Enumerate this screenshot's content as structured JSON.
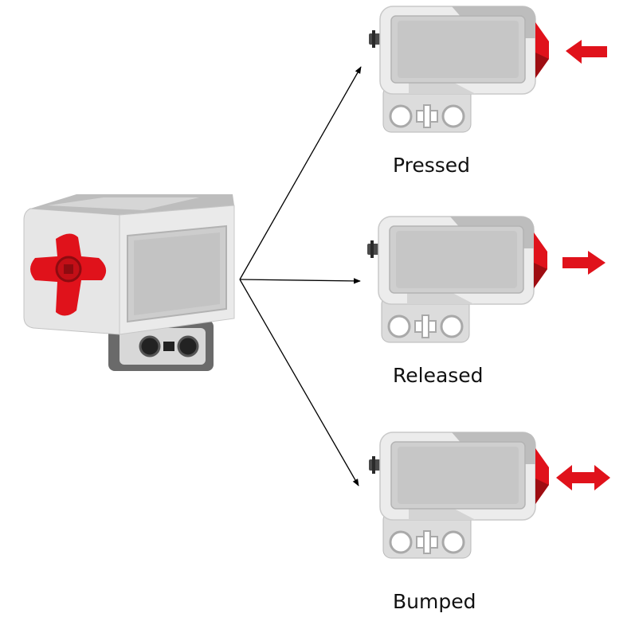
{
  "states": [
    {
      "label": "Pressed",
      "indicator": "arrow-left-icon"
    },
    {
      "label": "Released",
      "indicator": "arrow-right-icon"
    },
    {
      "label": "Bumped",
      "indicator": "double-arrow-icon"
    }
  ],
  "colors": {
    "accent_red": "#e0121b",
    "dark_red": "#9e0d12",
    "body_light": "#ececec",
    "body_grey": "#c2c2c2",
    "panel_grey": "#cbcbcb",
    "dark_grey": "#6e6e6e",
    "connector_line": "#000000"
  }
}
